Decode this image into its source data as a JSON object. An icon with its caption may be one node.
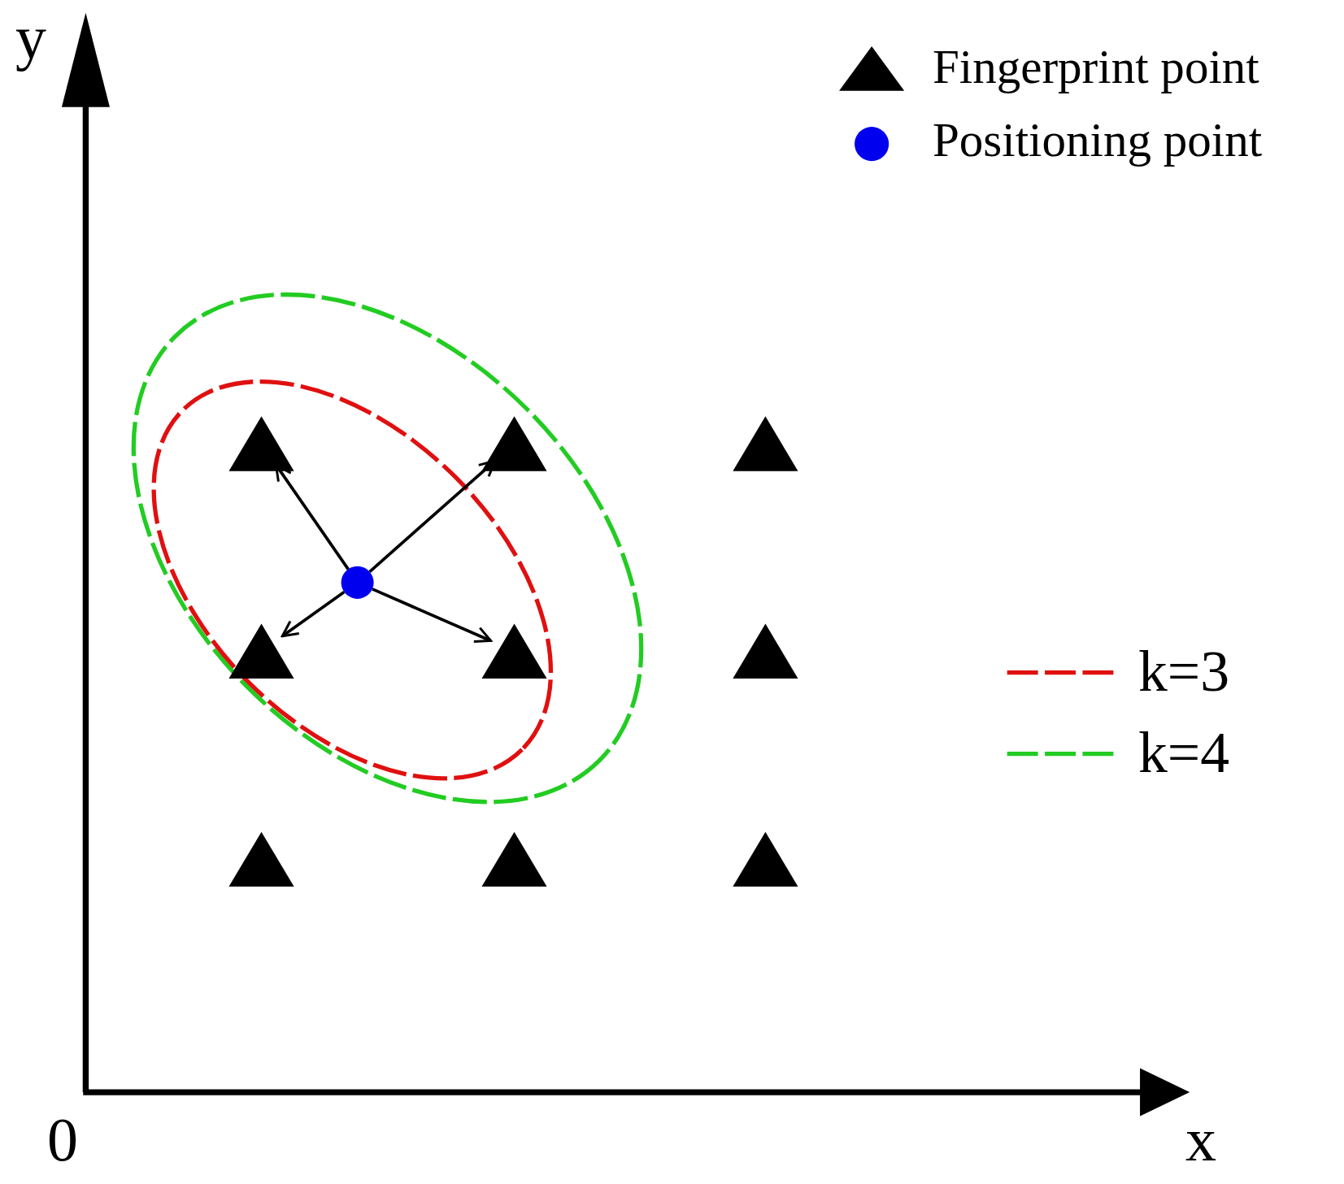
{
  "diagram": {
    "nodes": [
      {
        "text": [],
        "shape": "triangle"
      },
      {
        "text": [],
        "shape": "triangle"
      },
      {
        "text": [],
        "shape": "triangle"
      },
      {
        "text": [],
        "shape": "circle"
      },
      {
        "text": [],
        "shape": "triangle"
      },
      {
        "text": [],
        "shape": "triangle"
      },
      {
        "text": [],
        "shape": "triangle"
      },
      {
        "text": [],
        "shape": "triangle"
      },
      {
        "text": [],
        "shape": "triangle"
      },
      {
        "text": [],
        "shape": "triangle"
      }
    ],
    "edges": [
      {
        "from": 3,
        "to": 0,
        "arrow": "to"
      },
      {
        "from": 3,
        "to": 1,
        "arrow": "to"
      },
      {
        "from": 3,
        "to": 4,
        "arrow": "to"
      },
      {
        "from": 3,
        "to": 5,
        "arrow": "to"
      }
    ],
    "labels": [
      "y",
      "0",
      "x"
    ],
    "legend": [
      {
        "text": "Fingerprint point"
      },
      {
        "text": "Positioning point"
      },
      {
        "text": "k=3"
      },
      {
        "text": "k=4"
      }
    ]
  }
}
